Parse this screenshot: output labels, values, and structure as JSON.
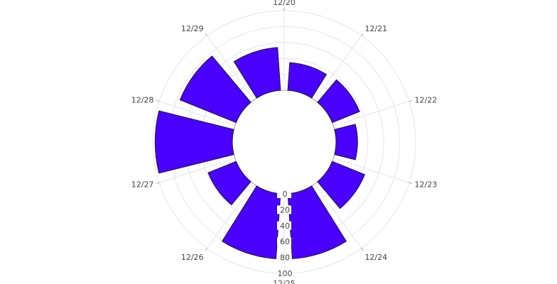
{
  "chart_data": {
    "type": "bar",
    "subtype": "polar-radial-bar",
    "title": "",
    "xlabel": "",
    "ylabel": "",
    "categories": [
      "12/20",
      "12/21",
      "12/22",
      "12/23",
      "12/24",
      "12/25",
      "12/26",
      "12/27",
      "12/28",
      "12/29"
    ],
    "series": [
      {
        "name": "",
        "values": [
          35,
          37,
          27,
          44,
          82,
          82,
          38,
          97,
          76,
          54
        ]
      }
    ],
    "radial_axis": {
      "ticks": [
        "0",
        "20",
        "40",
        "60",
        "80",
        "100"
      ],
      "range": [
        0,
        100
      ]
    },
    "angle_axis": {
      "start_angle_deg": 0,
      "direction": "clockwise"
    },
    "grid": true,
    "legend": null,
    "colors": {
      "bar_fill": "#4a00ff",
      "bar_stroke": "#1e1a33",
      "grid": "#e6e6e6",
      "inner_ring": "#999999",
      "label": "#444444"
    }
  }
}
